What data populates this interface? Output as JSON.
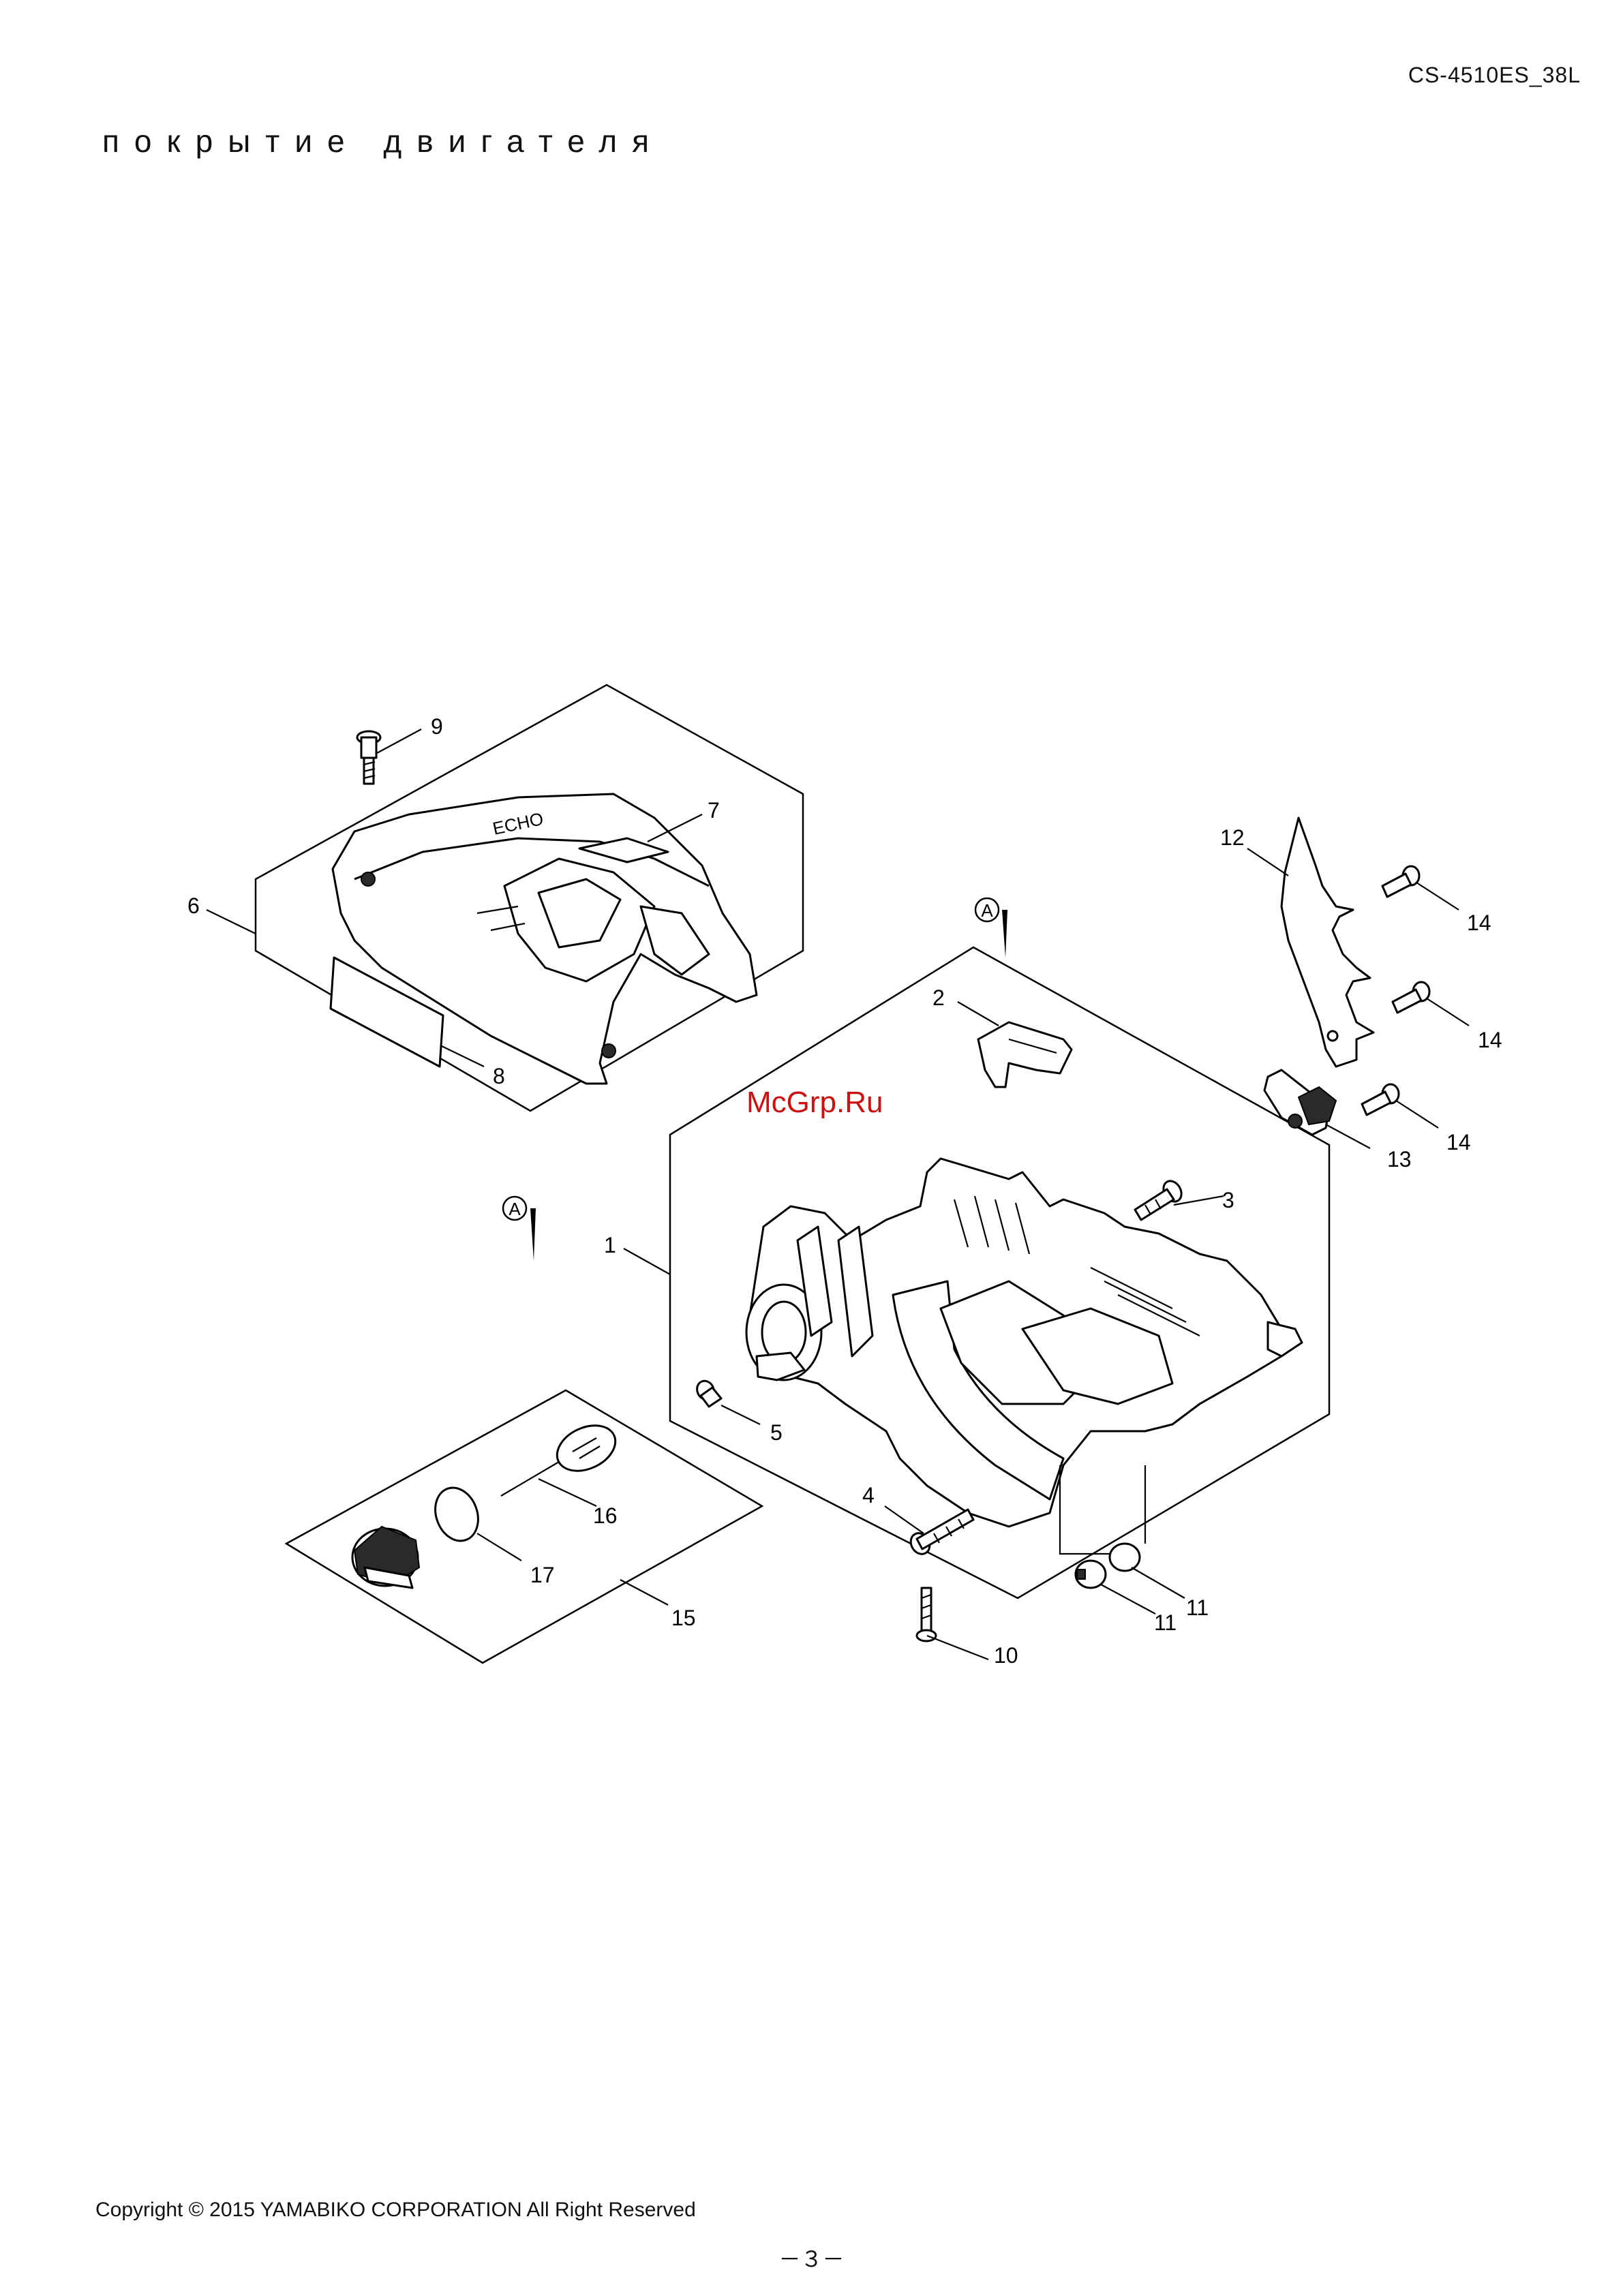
{
  "header": {
    "model_code": "CS-4510ES_38L",
    "section_title": "покрытие двигателя"
  },
  "watermark": {
    "text": "McGrp.Ru"
  },
  "callouts": {
    "c1": "1",
    "c2": "2",
    "c3": "3",
    "c4": "4",
    "c5": "5",
    "c6": "6",
    "c7": "7",
    "c8": "8",
    "c9": "9",
    "c10": "10",
    "c11a": "11",
    "c11b": "11",
    "c12": "12",
    "c13": "13",
    "c14a": "14",
    "c14b": "14",
    "c14c": "14",
    "c15": "15",
    "c16": "16",
    "c17": "17"
  },
  "view_markers": {
    "marker_a_top": "A",
    "marker_a_left": "A"
  },
  "footer": {
    "copyright": "Copyright © 2015 YAMABIKO CORPORATION All Right Reserved",
    "page_number": "－３－"
  }
}
